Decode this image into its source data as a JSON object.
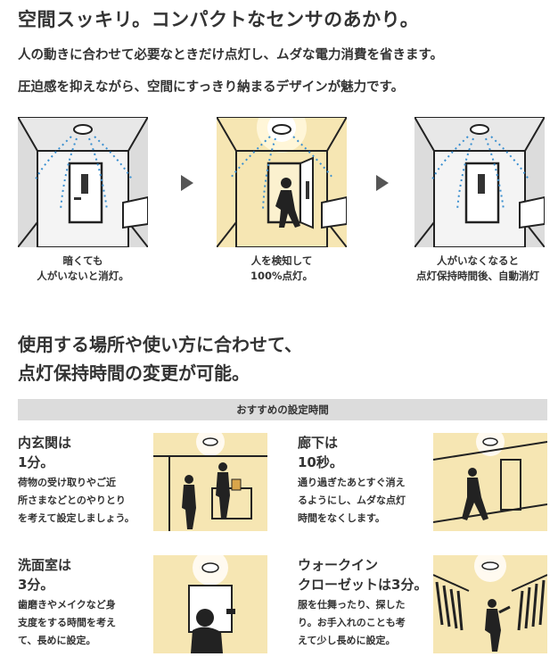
{
  "heading": "空間スッキリ。コンパクトなセンサのあかり。",
  "intro_line1": "人の動きに合わせて必要なときだけ点灯し、ムダな電力消費を省きます。",
  "intro_line2": "圧迫感を抑えながら、空間にすっきり納まるデザインが魅力です。",
  "steps": [
    {
      "caption_line1": "暗くても",
      "caption_line2": "人がいないと消灯。"
    },
    {
      "caption_line1": "人を検知して",
      "caption_line2": "100%点灯。"
    },
    {
      "caption_line1": "人がいなくなると",
      "caption_line2": "点灯保持時間後、自動消灯"
    }
  ],
  "section2_line1": "使用する場所や使い方に合わせて、",
  "section2_line2": "点灯保持時間の変更が可能。",
  "recommend_band": "おすすめの設定時間",
  "cards": [
    {
      "title1": "内玄関は",
      "title2": "1分。",
      "body1": "荷物の受け取りやご近",
      "body2": "所さまなどとのやりとり",
      "body3": "を考えて設定しましょう。"
    },
    {
      "title1": "廊下は",
      "title2": "10秒。",
      "body1": "通り過ぎたあとすぐ消え",
      "body2": "るようにし、ムダな点灯",
      "body3": "時間をなくします。"
    },
    {
      "title1": "洗面室は",
      "title2": "3分。",
      "body1": "歯磨きやメイクなど身",
      "body2": "支度をする時間を考え",
      "body3": "て、長めに設定。"
    },
    {
      "title1": "ウォークイン",
      "title2": "クローゼットは3分。",
      "body1": "服を仕舞ったり、探した",
      "body2": "り。お手入れのことも考",
      "body3": "えて少し長めに設定。"
    }
  ],
  "colors": {
    "light": "#f6e6b3",
    "dark_room": "#dcdcdc",
    "sensor_dots": "#3a8fd0",
    "ink": "#222222"
  }
}
